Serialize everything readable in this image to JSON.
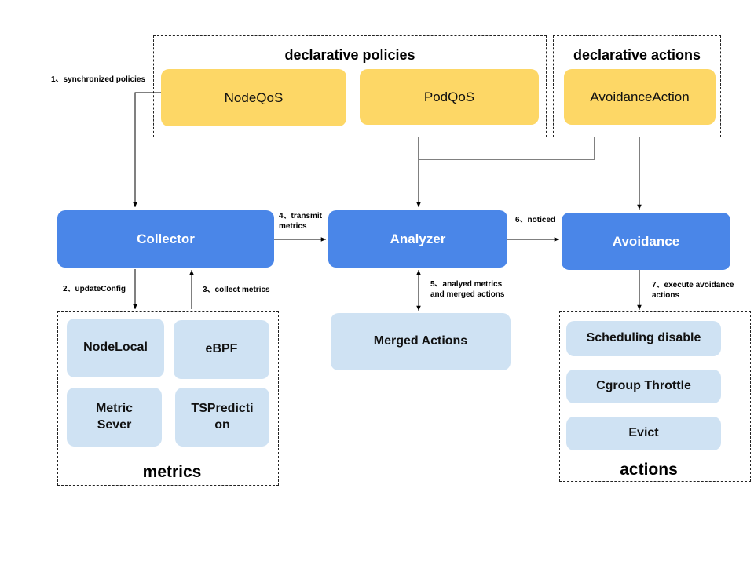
{
  "groups": {
    "policies": "declarative policies",
    "actions_decl": "declarative actions",
    "metrics": "metrics",
    "actions": "actions"
  },
  "policies": {
    "nodeqos": "NodeQoS",
    "podqos": "PodQoS",
    "avoidance_action": "AvoidanceAction"
  },
  "components": {
    "collector": "Collector",
    "analyzer": "Analyzer",
    "avoidance": "Avoidance"
  },
  "metrics": {
    "nodelocal": "NodeLocal",
    "ebpf": "eBPF",
    "metric_sever_1": "Metric",
    "metric_sever_2": "Sever",
    "tsprediction_1": "TSPredicti",
    "tsprediction_2": "on"
  },
  "merged_actions": "Merged Actions",
  "actions": {
    "scheduling_disable": "Scheduling disable",
    "cgroup_throttle": "Cgroup Throttle",
    "evict": "Evict"
  },
  "edges": {
    "e1": "1、synchronized policies",
    "e2": "2、updateConfig",
    "e3": "3、collect metrics",
    "e4_1": "4、transmit",
    "e4_2": "metrics",
    "e5_1": "5、analyed metrics",
    "e5_2": "and merged actions",
    "e6": "6、noticed",
    "e7_1": "7、execute avoidance",
    "e7_2": "actions"
  },
  "colors": {
    "policy": "#fdd766",
    "component": "#4a86e8",
    "item": "#cfe2f3"
  }
}
